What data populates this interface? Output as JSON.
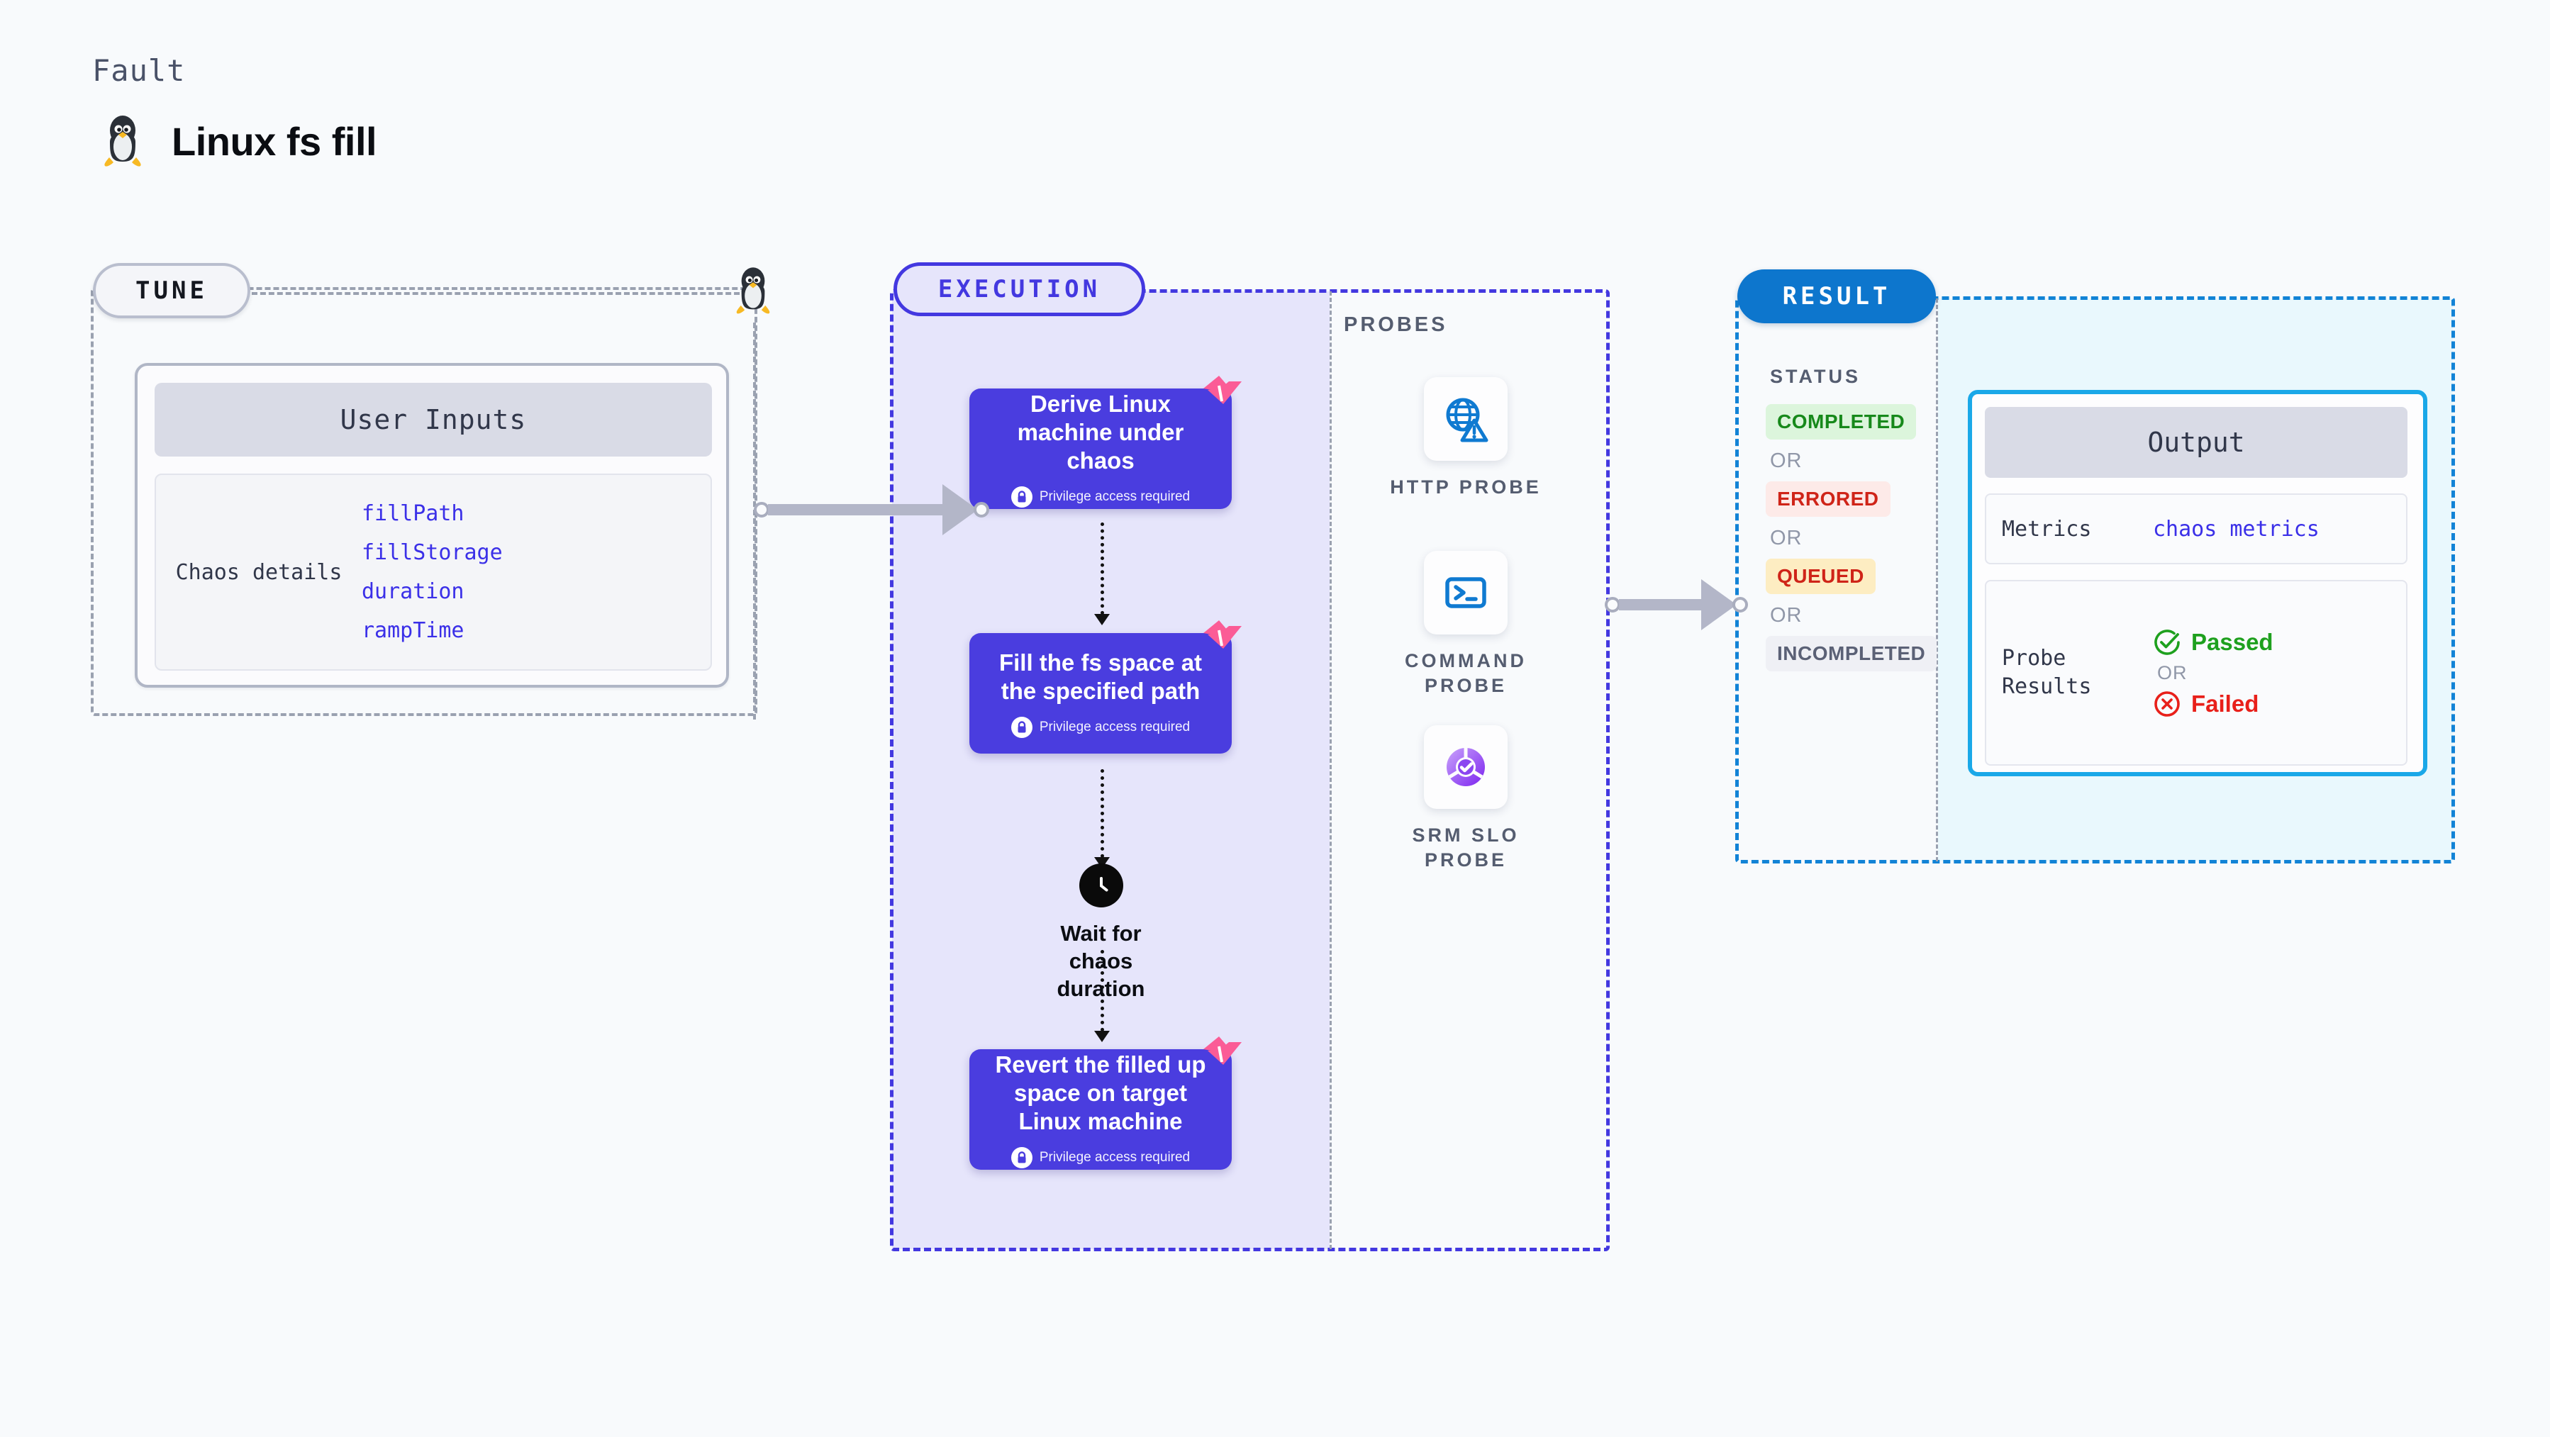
{
  "header": {
    "eyebrow": "Fault",
    "title": "Linux fs fill",
    "icon": "linux-penguin-icon"
  },
  "tune": {
    "badge": "TUNE",
    "card_title": "User Inputs",
    "details_label": "Chaos details",
    "params": [
      "fillPath",
      "fillStorage",
      "duration",
      "rampTime"
    ]
  },
  "execution": {
    "badge": "EXECUTION",
    "privilege_note": "Privilege access required",
    "steps": [
      {
        "title": "Derive Linux machine under chaos",
        "privilege": true
      },
      {
        "title": "Fill the fs space at the specified path",
        "privilege": true
      }
    ],
    "wait_node": {
      "label": "Wait for chaos duration",
      "icon": "clock-icon"
    },
    "final_step": {
      "title": "Revert the filled up space on target Linux machine",
      "privilege": true
    }
  },
  "probes": {
    "title": "PROBES",
    "items": [
      {
        "label": "HTTP PROBE",
        "icon": "globe-warning-icon",
        "color": "#0f7ad1"
      },
      {
        "label": "COMMAND PROBE",
        "icon": "terminal-icon",
        "color": "#0f7ad1"
      },
      {
        "label": "SRM SLO PROBE",
        "icon": "slo-donut-check-icon",
        "color": "#8b46f0"
      }
    ]
  },
  "result": {
    "badge": "RESULT",
    "status_title": "STATUS",
    "or_label": "OR",
    "statuses": [
      {
        "label": "COMPLETED",
        "bg": "#dcf5dc",
        "fg": "#17891b"
      },
      {
        "label": "ERRORED",
        "bg": "#fdeae8",
        "fg": "#cf2418"
      },
      {
        "label": "QUEUED",
        "bg": "#fdedc2",
        "fg": "#cf2418"
      },
      {
        "label": "INCOMPLETED",
        "bg": "#eff0f5",
        "fg": "#5b6176"
      }
    ],
    "output": {
      "title": "Output",
      "metrics_label": "Metrics",
      "metrics_value": "chaos metrics",
      "probe_results_label": "Probe Results",
      "passed_label": "Passed",
      "failed_label": "Failed",
      "or_label": "OR",
      "passed_color": "#1ea01e",
      "failed_color": "#e8201a"
    }
  },
  "colors": {
    "accent_purple": "#4338e0",
    "step_purple": "#4a3ddf",
    "accent_blue": "#0d76cd",
    "output_border": "#1aa8e8",
    "param_blue": "#3b30e8",
    "litmus_pink": "#fb5c96"
  }
}
